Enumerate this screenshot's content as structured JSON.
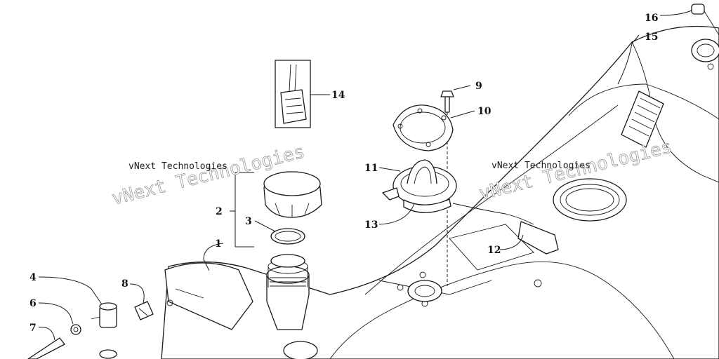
{
  "callouts": {
    "c1": "1",
    "c2": "2",
    "c3": "3",
    "c4": "4",
    "c6": "6",
    "c7": "7",
    "c8": "8",
    "c9": "9",
    "c10": "10",
    "c11": "11",
    "c12": "12",
    "c13": "13",
    "c14": "14",
    "c15": "15",
    "c16": "16"
  },
  "watermarks": {
    "left_large": "vNext Technologies",
    "left_small": "vNext Technologies",
    "right_large": "vNext Technologies",
    "right_small": "vNext Technologies"
  },
  "colors": {
    "line": "#1a1a1a",
    "watermark": "#9a9a9a"
  }
}
